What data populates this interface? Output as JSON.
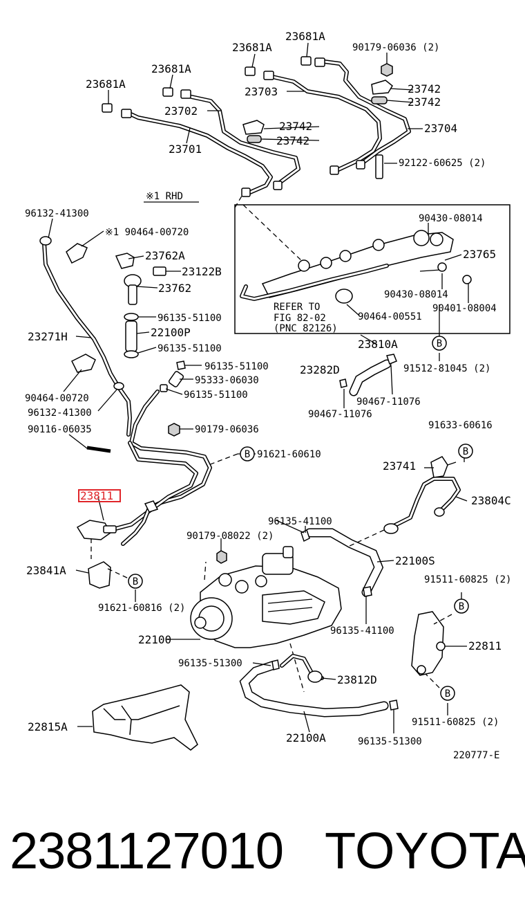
{
  "labels": {
    "l_23681a_1": "23681A",
    "l_23681a_2": "23681A",
    "l_23681a_3": "23681A",
    "l_23681a_4": "23681A",
    "l_90179_06036_2": "90179-06036 (2)",
    "l_23742_1": "23742",
    "l_23742_2": "23742",
    "l_23742_3": "23742",
    "l_23742_4": "23742",
    "l_23703": "23703",
    "l_23704": "23704",
    "l_23702": "23702",
    "l_23701": "23701",
    "l_92122_60625": "92122-60625 (2)",
    "l_rhd": "※1 RHD",
    "l_96132_41300_a": "96132-41300",
    "l_90464_00720_a": "※1 90464-00720",
    "l_23762a": "23762A",
    "l_23122b": "23122B",
    "l_23762": "23762",
    "l_96135_51100_a": "96135-51100",
    "l_22100p": "22100P",
    "l_96135_51100_b": "96135-51100",
    "l_23271h": "23271H",
    "l_90430_08014_a": "90430-08014",
    "l_23765": "23765",
    "l_90430_08014_b": "90430-08014",
    "l_90401_08004": "90401-08004",
    "l_refer1": "REFER TO",
    "l_refer2": "FIG 82-02",
    "l_refer3": "(PNC 82126)",
    "l_90464_00551": "90464-00551",
    "l_23810a": "23810A",
    "l_91512_81045": "91512-81045 (2)",
    "l_23282d": "23282D",
    "l_96135_51100_c": "96135-51100",
    "l_95333_06030": "95333-06030",
    "l_96135_51100_d": "96135-51100",
    "l_90467_11076_a": "90467-11076",
    "l_90467_11076_b": "90467-11076",
    "l_90464_00720_b": "90464-00720",
    "l_96132_41300_b": "96132-41300",
    "l_90116_06035": "90116-06035",
    "l_90179_06036_b": "90179-06036",
    "l_91633_60616": "91633-60616",
    "l_91621_60610": "91621-60610",
    "l_23741": "23741",
    "l_23811": "23811",
    "l_23804c": "23804C",
    "l_96135_41100_a": "96135-41100",
    "l_90179_08022": "90179-08022 (2)",
    "l_22100s": "22100S",
    "l_23841a": "23841A",
    "l_91511_60825_a": "91511-60825 (2)",
    "l_91621_60816": "91621-60816 (2)",
    "l_96135_41100_b": "96135-41100",
    "l_22100": "22100",
    "l_22811": "22811",
    "l_96135_51300_a": "96135-51300",
    "l_23812d": "23812D",
    "l_22815a": "22815A",
    "l_22100a": "22100A",
    "l_96135_51300_b": "96135-51300",
    "l_91511_60825_b": "91511-60825 (2)",
    "l_220777e": "220777-E",
    "b1": "B",
    "b2": "B",
    "b3": "B",
    "b4": "B",
    "b5": "B",
    "b6": "B"
  },
  "highlight_color": "#e0262a",
  "footer": {
    "part_number": "2381127010",
    "brand": "TOYOTA"
  }
}
